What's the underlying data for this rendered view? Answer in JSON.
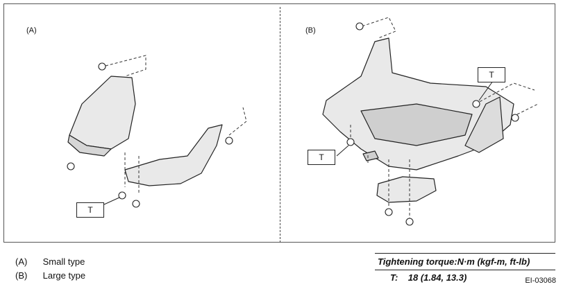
{
  "figure": {
    "panel_a_label": "(A)",
    "panel_b_label": "(B)",
    "torque_marker": "T",
    "figure_id": "EI-03068"
  },
  "legend": [
    {
      "key": "(A)",
      "text": "Small type"
    },
    {
      "key": "(B)",
      "text": "Large type"
    }
  ],
  "torque": {
    "title": "Tightening torque:N·m (kgf-m, ft-lb)",
    "label": "T:",
    "value": "18 (1.84, 13.3)"
  }
}
